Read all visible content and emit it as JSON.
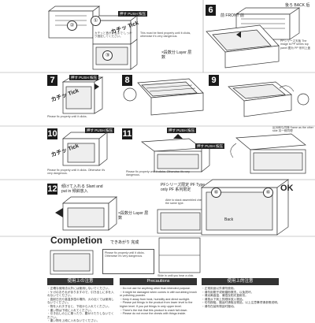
{
  "steps": {
    "s6": "6",
    "s7": "7",
    "s8": "8",
    "s9": "9",
    "s10": "10",
    "s11": "11",
    "s12": "12"
  },
  "labels": {
    "push": "押す PUSH 按压",
    "push2": "押す PUSH 按压",
    "push3": "押す PUSH 按压",
    "push4": "押す PUSH 按压",
    "push5": "押す PUSH 按压",
    "tick": "カチッ Tick",
    "tick2": "カチッ Tick",
    "tick3": "カチッ Tick",
    "front": "前 FRONT 前",
    "back": "後ろ BACK 后",
    "layer": "×段数分 Layer 层数",
    "layer2": "×段数分 Layer 层数",
    "pp_label": "PPシリーズ天板 The image is PP series top panel 图为 PP 系列上盖",
    "slant": "傾けて入れる Slant and put in 倾斜放入",
    "same_pp": "反対側も同様 Same as the other side 另一侧同理",
    "pf_type": "PFシリーズ限定 PF Type chest only PF 系列限定",
    "ok": "OK",
    "completion": "Completion",
    "completion_sub": "できあがり 完成",
    "back_small": "Back"
  },
  "notes": {
    "n1": "This must be fixed properly until it clicks, otherwise it's very dangerous.",
    "n2": "カチッと音がするまで しっかり固定してください。",
    "n3": "Please fix properly until it clicks.",
    "n4": "Please fix properly until it clicks. Otherwise it's very dangerous.",
    "n5": "Please fix properly until it clicks. Otherwise it's very dangerous.",
    "n6": "Please fix properly until it clicks. Otherwise it's very dangerous.",
    "n7": "Able to stack assembled chests in the same type.",
    "n8": "Slide in until you hear a click."
  },
  "footer": {
    "jp_title": "使用上の注意",
    "en_title": "Precautions",
    "cn_title": "使用上的注意",
    "jp_text": [
      "・正確な使用法以外には使用しないでください。",
      "・ケガのおそれがありますので、引き出しに手を入れないでください。",
      "・直射日光や高温多湿の場所、火の近くでは使用しないでください。",
      "・物を入れすぎると、下段から入れてください。",
      "・重い物は下段に入れてください。",
      "・引き出しの上に乗ったり、腰かけたりしないでください。",
      "・重い物を上段に入れないでください。"
    ],
    "en_text": [
      "・Do not use for anything other than intended purpose.",
      "・It might be damaged when comes in with scrubbing brush or polishing powder.",
      "・Keep it away from heat, humidity and direct sunlight.",
      "・Please put things in the product from lower level to the higher level. If you put things in only upper level.",
      "・There's the risk that this product is crash fall down.",
      "・Please do not move the chests with things inside."
    ],
    "cn_text": [
      "・正常用途以外请勿使用。",
      "・请勿用刷子或研磨粉擦洗，以免损坏。",
      "・请远离高温、潮湿及阳光直射处。",
      "・请按从下到上的顺序放入物品。",
      "・切勿踩踏，搬运时请取出物品，以上注意事项请参照说明。",
      "・请勿在装有物品时搬动。"
    ]
  },
  "circle_numbers": [
    "①",
    "②",
    "③",
    "④",
    "⑤",
    "⑥"
  ]
}
